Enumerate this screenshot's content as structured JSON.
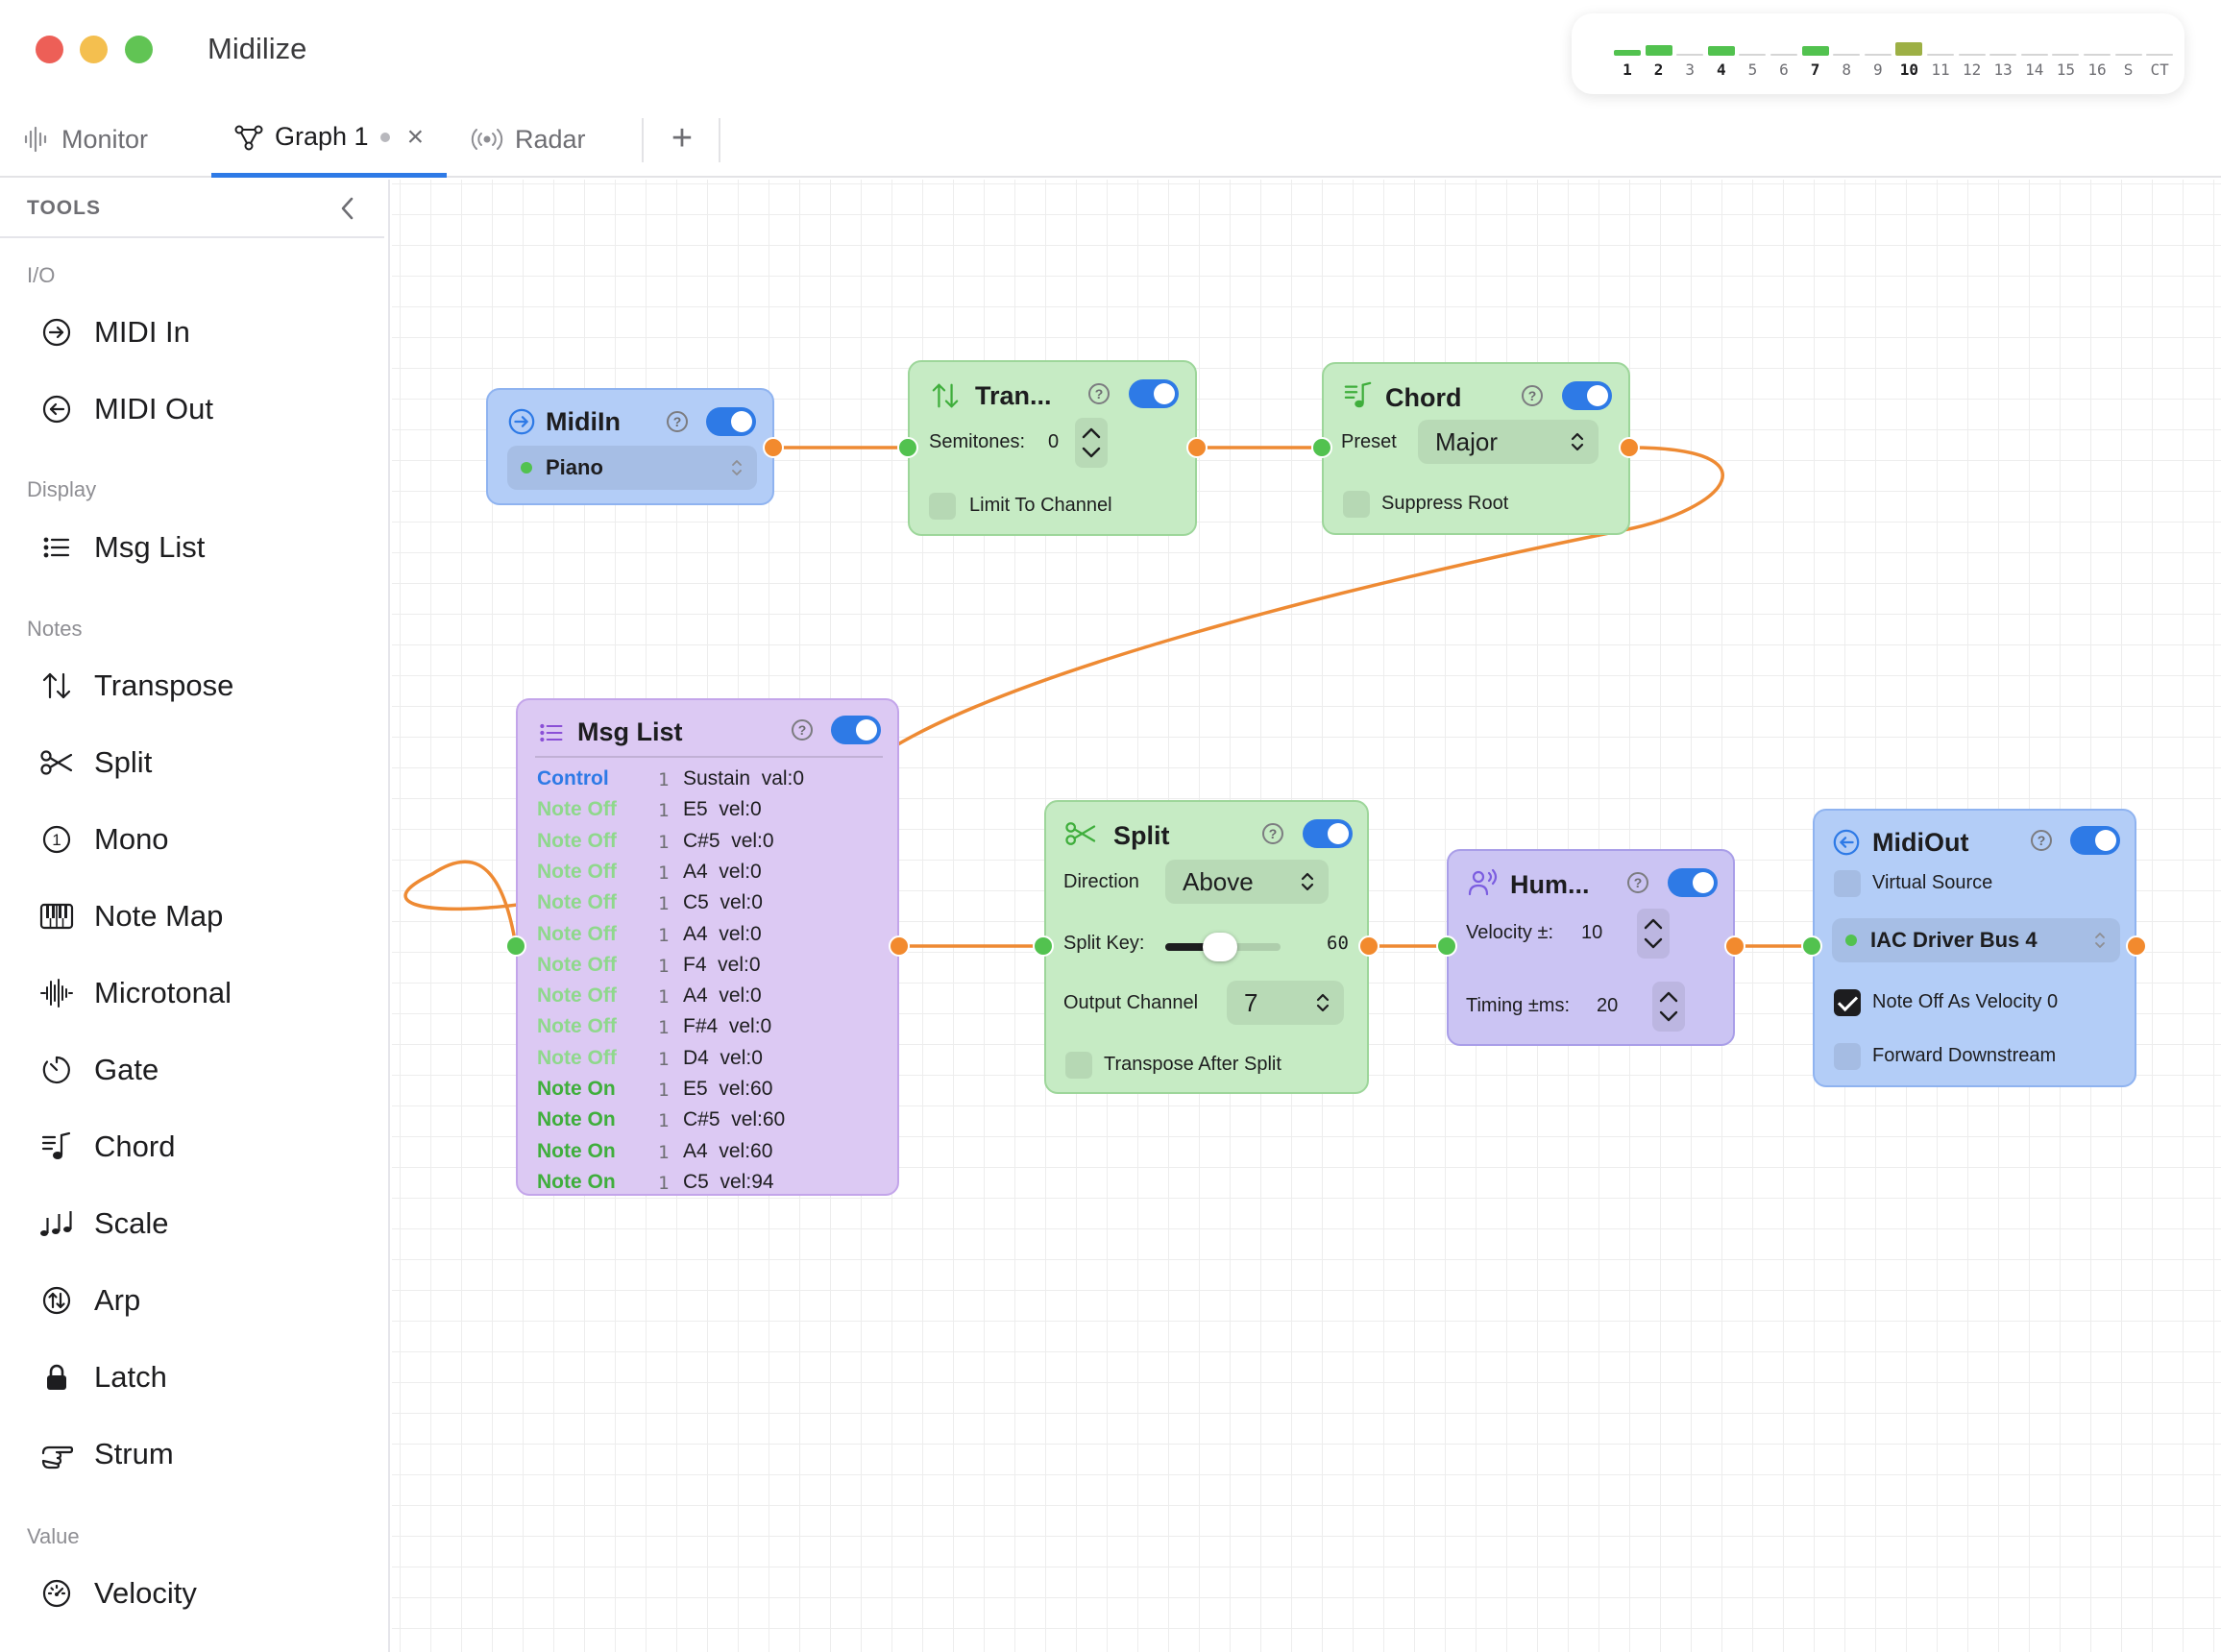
{
  "app": {
    "title": "Midilize",
    "traffic_lights": [
      "#ed5f57",
      "#f4bf4f",
      "#61c454"
    ]
  },
  "activity": {
    "channels": [
      {
        "label": "1",
        "level": 0.4,
        "bold": true
      },
      {
        "label": "2",
        "level": 0.8,
        "bold": true
      },
      {
        "label": "3",
        "level": 0,
        "bold": false
      },
      {
        "label": "4",
        "level": 0.7,
        "bold": true
      },
      {
        "label": "5",
        "level": 0,
        "bold": false
      },
      {
        "label": "6",
        "level": 0,
        "bold": false
      },
      {
        "label": "7",
        "level": 0.7,
        "bold": true
      },
      {
        "label": "8",
        "level": 0,
        "bold": false
      },
      {
        "label": "9",
        "level": 0,
        "bold": false
      },
      {
        "label": "10",
        "level": 1.0,
        "bold": true
      },
      {
        "label": "11",
        "level": 0,
        "bold": false
      },
      {
        "label": "12",
        "level": 0,
        "bold": false
      },
      {
        "label": "13",
        "level": 0,
        "bold": false
      },
      {
        "label": "14",
        "level": 0,
        "bold": false
      },
      {
        "label": "15",
        "level": 0,
        "bold": false
      },
      {
        "label": "16",
        "level": 0,
        "bold": false
      },
      {
        "label": "S",
        "level": 0,
        "bold": false
      },
      {
        "label": "CT",
        "level": 0,
        "bold": false
      }
    ]
  },
  "tabs": {
    "monitor": "Monitor",
    "graph": "Graph 1",
    "graph_close": "×",
    "radar": "Radar",
    "add": "+"
  },
  "sidebar": {
    "header": "TOOLS",
    "sections": {
      "io": "I/O",
      "display": "Display",
      "notes": "Notes",
      "value": "Value"
    },
    "items": {
      "midi_in": "MIDI In",
      "midi_out": "MIDI Out",
      "msg_list": "Msg List",
      "transpose": "Transpose",
      "split": "Split",
      "mono": "Mono",
      "note_map": "Note Map",
      "microtonal": "Microtonal",
      "gate": "Gate",
      "chord": "Chord",
      "scale": "Scale",
      "arp": "Arp",
      "latch": "Latch",
      "strum": "Strum",
      "velocity": "Velocity"
    }
  },
  "nodes": {
    "midiin": {
      "title": "MidiIn",
      "help": "?",
      "enabled": true,
      "source": "Piano"
    },
    "transpose": {
      "title": "Tran...",
      "help": "?",
      "enabled": true,
      "semitones_label": "Semitones:",
      "semitones": "0",
      "limit_label": "Limit To Channel",
      "limit": false
    },
    "chord": {
      "title": "Chord",
      "help": "?",
      "enabled": true,
      "preset_label": "Preset",
      "preset": "Major",
      "suppress_label": "Suppress Root",
      "suppress": false
    },
    "msglist": {
      "title": "Msg List",
      "help": "?",
      "enabled": true,
      "rows": [
        {
          "type": "Control",
          "ch": "1",
          "value": "Sustain  val:0",
          "color": "#2e7ae6"
        },
        {
          "type": "Note Off",
          "ch": "1",
          "value": "E5  vel:0",
          "color": "#8fd88c"
        },
        {
          "type": "Note Off",
          "ch": "1",
          "value": "C#5  vel:0",
          "color": "#8fd88c"
        },
        {
          "type": "Note Off",
          "ch": "1",
          "value": "A4  vel:0",
          "color": "#8fd88c"
        },
        {
          "type": "Note Off",
          "ch": "1",
          "value": "C5  vel:0",
          "color": "#8fd88c"
        },
        {
          "type": "Note Off",
          "ch": "1",
          "value": "A4  vel:0",
          "color": "#8fd88c"
        },
        {
          "type": "Note Off",
          "ch": "1",
          "value": "F4  vel:0",
          "color": "#8fd88c"
        },
        {
          "type": "Note Off",
          "ch": "1",
          "value": "A4  vel:0",
          "color": "#8fd88c"
        },
        {
          "type": "Note Off",
          "ch": "1",
          "value": "F#4  vel:0",
          "color": "#8fd88c"
        },
        {
          "type": "Note Off",
          "ch": "1",
          "value": "D4  vel:0",
          "color": "#8fd88c"
        },
        {
          "type": "Note On",
          "ch": "1",
          "value": "E5  vel:60",
          "color": "#3fae3c"
        },
        {
          "type": "Note On",
          "ch": "1",
          "value": "C#5  vel:60",
          "color": "#3fae3c"
        },
        {
          "type": "Note On",
          "ch": "1",
          "value": "A4  vel:60",
          "color": "#3fae3c"
        },
        {
          "type": "Note On",
          "ch": "1",
          "value": "C5  vel:94",
          "color": "#3fae3c"
        }
      ]
    },
    "split": {
      "title": "Split",
      "help": "?",
      "enabled": true,
      "direction_label": "Direction",
      "direction": "Above",
      "key_label": "Split Key:",
      "key_value": "60",
      "key_fraction": 0.47,
      "outch_label": "Output Channel",
      "outch": "7",
      "tas_label": "Transpose After Split",
      "tas": false
    },
    "humanize": {
      "title": "Hum...",
      "help": "?",
      "enabled": true,
      "vel_label": "Velocity ±:",
      "vel": "10",
      "timing_label": "Timing ±ms:",
      "timing": "20"
    },
    "midiout": {
      "title": "MidiOut",
      "help": "?",
      "enabled": true,
      "virtual_label": "Virtual Source",
      "virtual": false,
      "dest": "IAC Driver Bus 4",
      "noteoff_label": "Note Off As Velocity 0",
      "noteoff": true,
      "forward_label": "Forward Downstream",
      "forward": false
    }
  },
  "colors": {
    "accent": "#2e7ae6",
    "wire": "#ee8a33",
    "port_in": "#52c24f",
    "port_out": "#f28a2e"
  }
}
